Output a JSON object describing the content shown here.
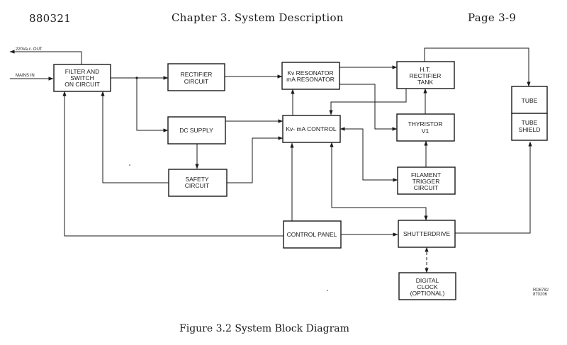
{
  "header": {
    "doc_id": "880321",
    "chapter": "Chapter 3.  System Description",
    "page": "Page 3-9"
  },
  "figure": {
    "caption": "Figure 3.2  System Block Diagram",
    "ref_code": [
      "RD6782",
      "870206"
    ]
  },
  "io_labels": {
    "ac_out": "220Va.c. OUT",
    "mains_in": "MAINS IN"
  },
  "blocks": {
    "filter": [
      "FILTER AND",
      "SWITCH",
      "ON CIRCUIT"
    ],
    "rectifier": [
      "RECTIFIER",
      "CIRCUIT"
    ],
    "resonator": [
      "Kv RESONATOR",
      "mA RESONATOR"
    ],
    "ht_tank": [
      "H.T.",
      "RECTIFIER",
      "TANK"
    ],
    "dc_supply": [
      "DC SUPPLY"
    ],
    "kvma_control": [
      "Kv- mA CONTROL"
    ],
    "thyristor": [
      "THYRISTOR",
      "V1"
    ],
    "safety": [
      "SAFETY",
      "CIRCUIT"
    ],
    "filament": [
      "FILAMENT",
      "TRIGGER",
      "CIRCUIT"
    ],
    "control_panel": [
      "CONTROL PANEL"
    ],
    "shutterdrive": [
      "SHUTTERDRIVE"
    ],
    "digital_clock": [
      "DIGITAL",
      "CLOCK",
      "(OPTIONAL)"
    ],
    "tube": [
      "TUBE"
    ],
    "tube_shield": [
      "TUBE",
      "SHIELD"
    ]
  },
  "connections": [
    {
      "from": "mains_in",
      "to": "filter"
    },
    {
      "from": "filter",
      "to": "ac_out"
    },
    {
      "from": "filter",
      "to": "rectifier"
    },
    {
      "from": "filter",
      "to": "dc_supply"
    },
    {
      "from": "rectifier",
      "to": "resonator"
    },
    {
      "from": "resonator",
      "to": "ht_tank"
    },
    {
      "from": "resonator",
      "to": "thyristor"
    },
    {
      "from": "ht_tank",
      "to": "kvma_control"
    },
    {
      "from": "ht_tank",
      "to": "tube"
    },
    {
      "from": "thyristor",
      "to": "ht_tank"
    },
    {
      "from": "filament",
      "to": "thyristor"
    },
    {
      "from": "dc_supply",
      "to": "kvma_control"
    },
    {
      "from": "dc_supply",
      "to": "safety"
    },
    {
      "from": "safety",
      "to": "kvma_control"
    },
    {
      "from": "safety",
      "to": "filter"
    },
    {
      "from": "kvma_control",
      "to": "resonator"
    },
    {
      "from": "kvma_control",
      "to": "filament",
      "bidirectional": true
    },
    {
      "from": "kvma_control",
      "to": "shutterdrive"
    },
    {
      "from": "control_panel",
      "to": "kvma_control"
    },
    {
      "from": "control_panel",
      "to": "filter"
    },
    {
      "from": "control_panel",
      "to": "shutterdrive"
    },
    {
      "from": "shutterdrive",
      "to": "tube_shield"
    },
    {
      "from": "shutterdrive",
      "to": "digital_clock",
      "bidirectional": true,
      "style": "dashed"
    }
  ]
}
